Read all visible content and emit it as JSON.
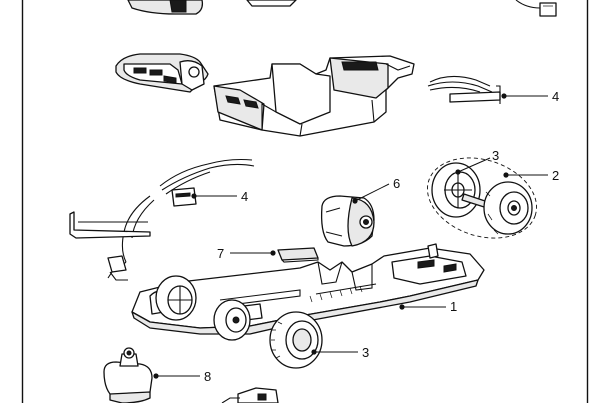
{
  "callouts": [
    {
      "id": "c1",
      "label": "1"
    },
    {
      "id": "c2",
      "label": "2"
    },
    {
      "id": "c3a",
      "label": "3"
    },
    {
      "id": "c3b",
      "label": "3"
    },
    {
      "id": "c4a",
      "label": "4"
    },
    {
      "id": "c4b",
      "label": "4"
    },
    {
      "id": "c6",
      "label": "6"
    },
    {
      "id": "c7",
      "label": "7"
    },
    {
      "id": "c8",
      "label": "8"
    }
  ]
}
